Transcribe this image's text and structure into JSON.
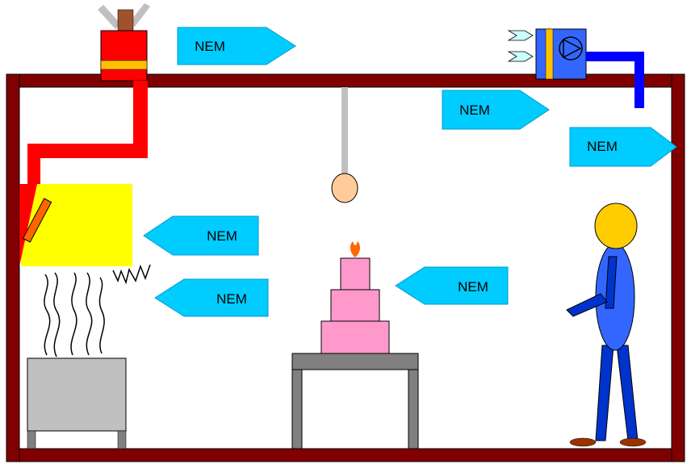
{
  "labels": {
    "top_left_arrow": "NEM",
    "ceiling_arrow_center": "NEM",
    "ceiling_arrow_right": "NEM",
    "hood_arrow": "NEM",
    "wavy_arrow": "NEM",
    "cake_arrow": "NEM"
  },
  "colors": {
    "walls": "#800000",
    "extract_fan": "#ff0000",
    "exhaust_band": "#ffc000",
    "hood": "#ffff00",
    "arrow_fill": "#00ccff",
    "supply_unit": "#3366ff",
    "supply_duct": "#0000ff",
    "cake": "#ff99cc",
    "table": "#808080",
    "stove": "#c0c0c0",
    "person_head": "#ffcc00",
    "person_body": "#3366ff",
    "person_limbs": "#0033cc",
    "shoes": "#993300",
    "lamp_cord": "#c0c0c0",
    "lamp_bulb": "#ffcc99",
    "flame": "#ff6600"
  },
  "icons": [
    "louver-icon",
    "fan-icon",
    "flame-icon",
    "wave-lines-icon"
  ]
}
